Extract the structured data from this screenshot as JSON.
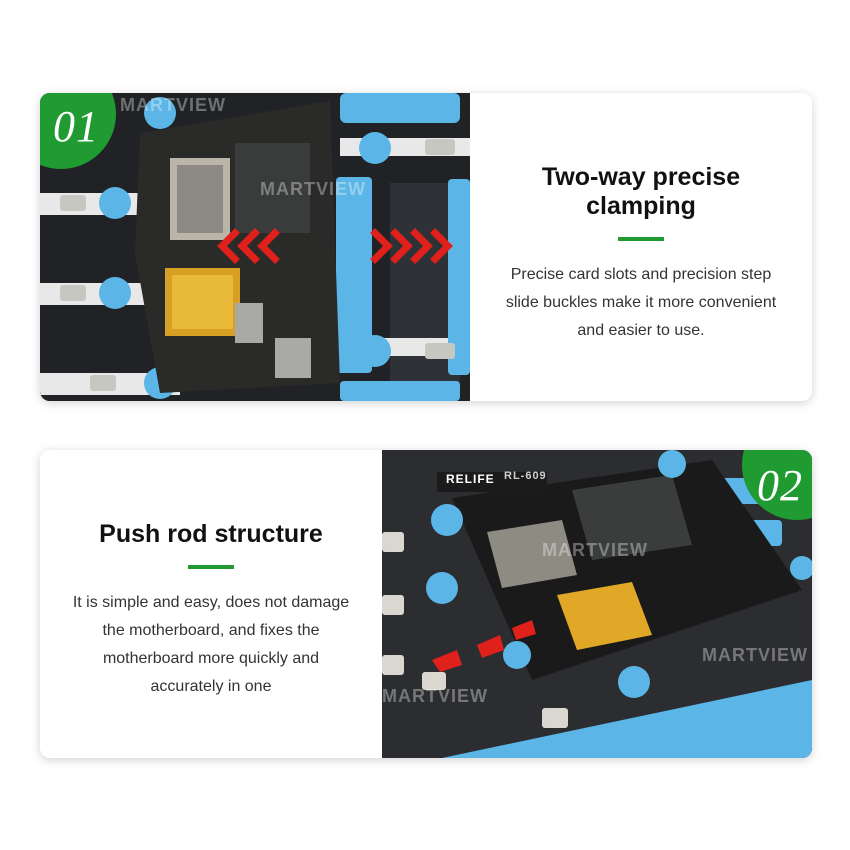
{
  "sections": [
    {
      "badge": "01",
      "title": "Two-way precise clamping",
      "description": "Precise card slots and precision step slide buckles make it more convenient and easier to use.",
      "watermark": "MARTVIEW"
    },
    {
      "badge": "02",
      "title": "Push rod structure",
      "description": "It is simple and easy, does not damage the motherboard, and fixes the motherboard more quickly and accurately in one",
      "watermark": "MARTVIEW",
      "brand": "RELIFE",
      "model": "RL-609"
    }
  ],
  "colors": {
    "accent_green": "#1f9b32",
    "clamp_blue": "#5bb5e6",
    "arrow_red": "#e0201b",
    "board_dark": "#1f2124"
  }
}
